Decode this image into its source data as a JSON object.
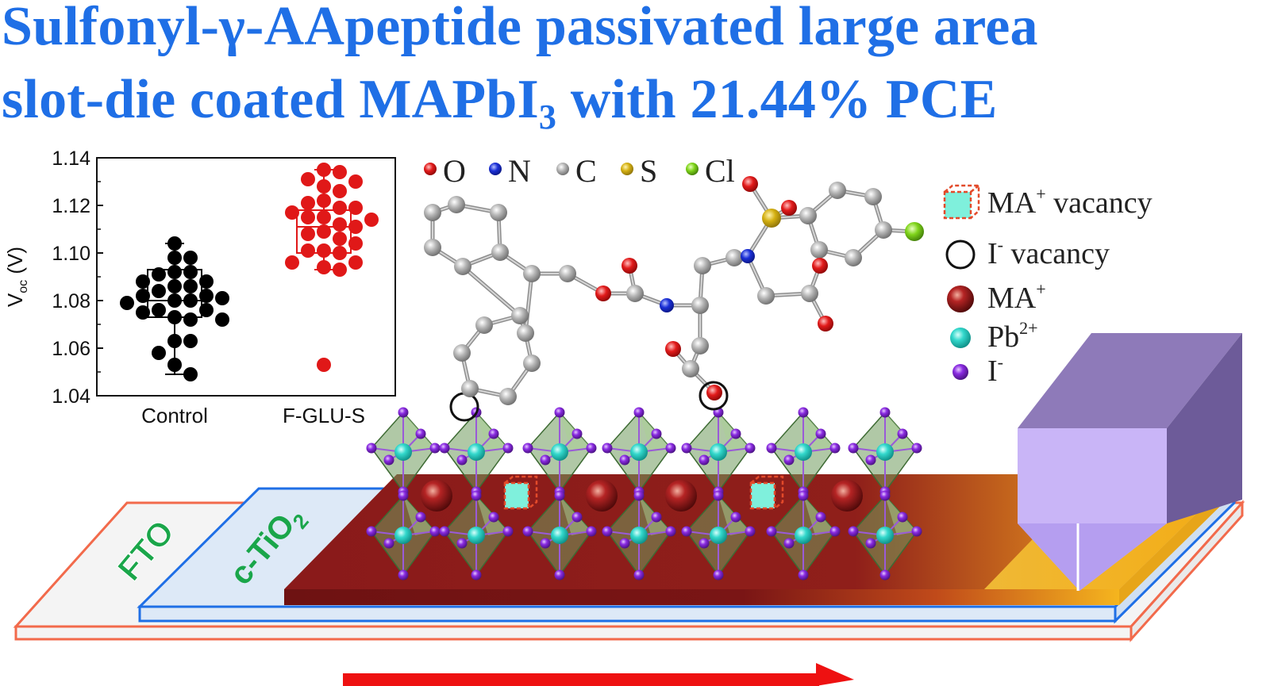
{
  "title": {
    "line1": "Sulfonyl-γ-AApeptide passivated large area",
    "line2_pre": "slot-die coated MAPbI",
    "line2_sub": "3",
    "line2_post": " with 21.44% PCE"
  },
  "atom_key": [
    "O",
    "N",
    "C",
    "S",
    "Cl"
  ],
  "atom_colors": {
    "O": "#e21b1b",
    "N": "#1a2fd6",
    "C": "#9a9a9a",
    "S": "#d4b012",
    "Cl": "#7fd41a"
  },
  "legend": {
    "ma_vacancy": {
      "pre": "MA",
      "sup": "+",
      "post": " vacancy"
    },
    "i_vacancy": {
      "pre": "I",
      "sup": "-",
      "post": " vacancy"
    },
    "ma": {
      "pre": "MA",
      "sup": "+"
    },
    "pb": {
      "pre": "Pb",
      "sup": "2+"
    },
    "i": {
      "pre": "I",
      "sup": "-"
    }
  },
  "layers": {
    "fto": "FTO",
    "tio2_pre": "c-TiO",
    "tio2_sub": "2"
  },
  "colors": {
    "title": "#1f6fe6",
    "control": "#000000",
    "fglus": "#e01818",
    "fto_border": "#f26a4b",
    "tio2_border": "#1f6fe6",
    "perovskite": "#7a1515",
    "gold": "#f5b51e",
    "slot_die": "#b89be8",
    "arrow": "#ee1111",
    "pb": "#2ed6c9",
    "iodide": "#8a2be2",
    "ma": "#9b1a1a"
  },
  "chart_data": {
    "type": "scatter",
    "ylabel": "V",
    "ylabel_sub": "oc",
    "ylabel_post": " (V)",
    "xlabel": "",
    "ylim": [
      1.04,
      1.14
    ],
    "yticks": [
      "1.04",
      "1.06",
      "1.08",
      "1.10",
      "1.12",
      "1.14"
    ],
    "categories": [
      "Control",
      "F-GLU-S"
    ],
    "series": [
      {
        "name": "Control",
        "box": {
          "q1": 1.073,
          "median": 1.08,
          "q3": 1.093,
          "min": 1.049,
          "max": 1.104
        },
        "values": [
          1.104,
          1.098,
          1.098,
          1.092,
          1.092,
          1.091,
          1.088,
          1.088,
          1.086,
          1.086,
          1.084,
          1.082,
          1.082,
          1.081,
          1.08,
          1.08,
          1.079,
          1.076,
          1.076,
          1.075,
          1.073,
          1.072,
          1.072,
          1.063,
          1.063,
          1.058,
          1.053,
          1.049
        ]
      },
      {
        "name": "F-GLU-S",
        "box": {
          "q1": 1.1,
          "median": 1.111,
          "q3": 1.118,
          "min": 1.093,
          "max": 1.135
        },
        "values": [
          1.135,
          1.134,
          1.131,
          1.13,
          1.128,
          1.126,
          1.122,
          1.121,
          1.119,
          1.119,
          1.117,
          1.115,
          1.115,
          1.114,
          1.112,
          1.111,
          1.109,
          1.108,
          1.106,
          1.104,
          1.101,
          1.101,
          1.1,
          1.096,
          1.096,
          1.094,
          1.093,
          1.053
        ]
      }
    ]
  }
}
